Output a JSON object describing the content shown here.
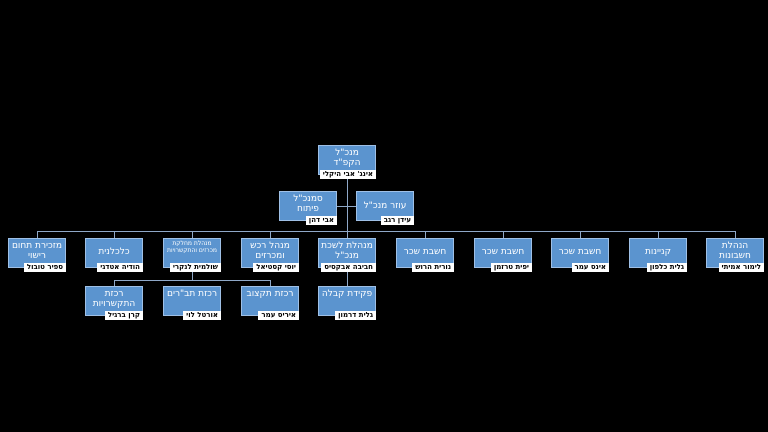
{
  "ceo": {
    "title": "מנכ\"ל הקפ\"ד",
    "name": "אינג' אבי היקלי"
  },
  "deputies": [
    {
      "title": "סמנכ\"ל פיתוח",
      "name": "אבי דהן"
    },
    {
      "title": "עוזר מנכ\"ל",
      "name": "עידן רגב"
    }
  ],
  "row2": [
    {
      "title": "מזכירת תחום רישוי",
      "name": "ספיר טובול"
    },
    {
      "title": "כלכלנית",
      "name": "הודיה אטדגי"
    },
    {
      "title": "מנהלת מחלקת מכרזים והתקשרויות",
      "name": "שולמית לנקרי"
    },
    {
      "title": "מנהל רכש ומכרזים",
      "name": "יוסי קסטיאל"
    },
    {
      "title": "מנהלת לשכת מנכ\"ל",
      "name": "חביבה אבקסיס"
    },
    {
      "title": "חשבת שכר",
      "name": "נורית הרוש"
    },
    {
      "title": "חשבת שכר",
      "name": "יפית טרזמן"
    },
    {
      "title": "חשבת שכר",
      "name": "אינס עמר"
    },
    {
      "title": "קניינות",
      "name": "גלית כלפון"
    },
    {
      "title": "הנהלת חשבונות",
      "name": "לימור אמיתי"
    }
  ],
  "row3": [
    {
      "title": "רכזת התקשרויות",
      "name": "קרן ברגיל"
    },
    {
      "title": "רכזת תב\"רים",
      "name": "אורטל לוי"
    },
    {
      "title": "רכזת תקצוב",
      "name": "איריס עמר"
    },
    {
      "title": "פקידת קבלה",
      "name": "גלית דרמון"
    }
  ]
}
